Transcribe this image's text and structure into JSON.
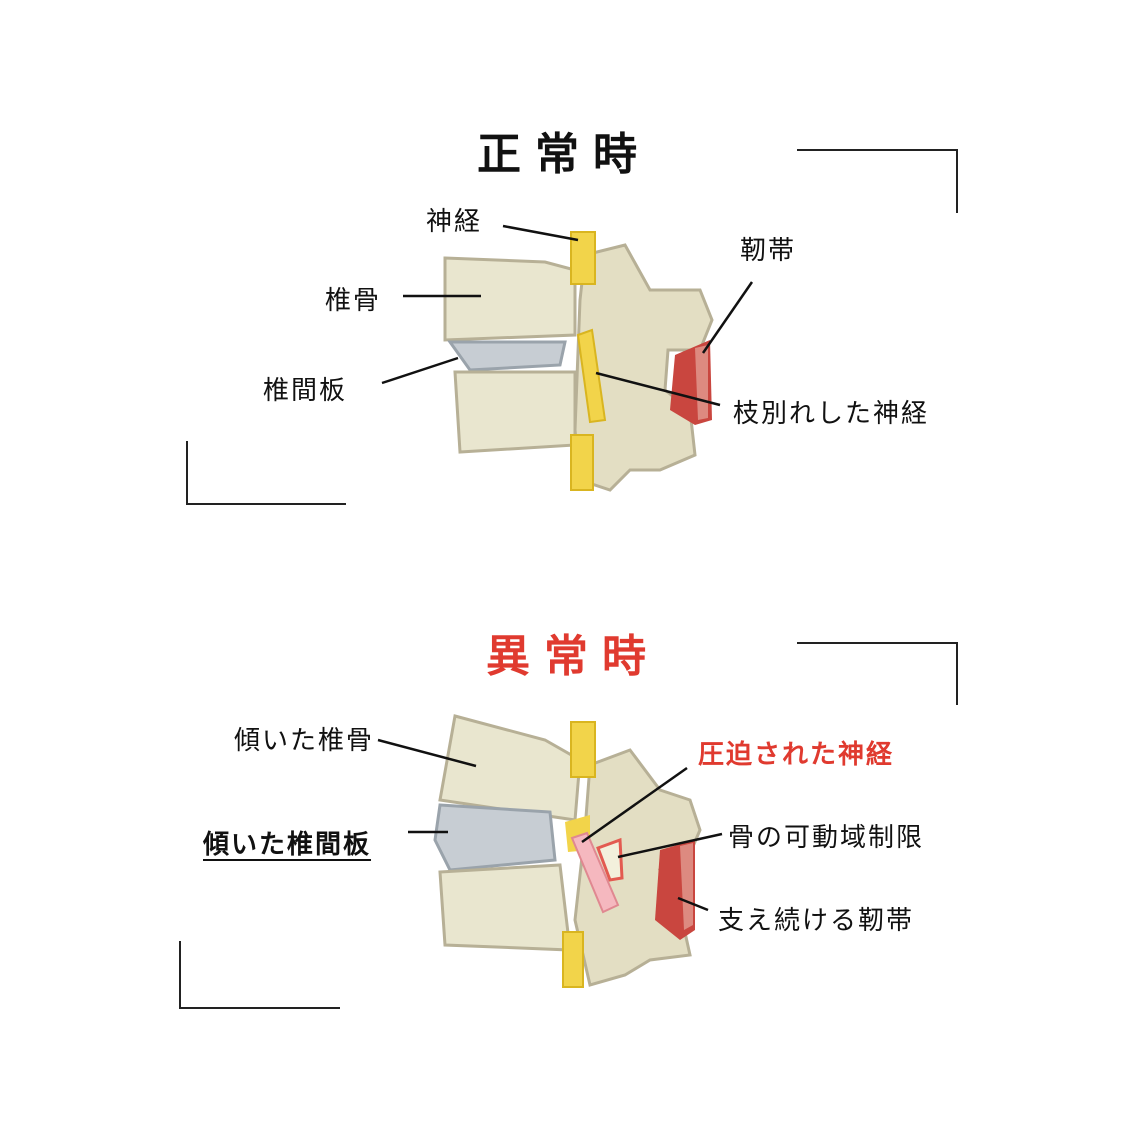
{
  "colors": {
    "title_normal": "#111111",
    "title_abnormal": "#e03a2f",
    "bone": "#e9e6cf",
    "bone_shadow": "#b7b096",
    "disc": "#c7cdd3",
    "nerve": "#f2d44a",
    "compressed_nerve": "#f5b8bf",
    "ligament": "#c9463f"
  },
  "normal": {
    "title": "正常時",
    "labels": {
      "nerve": "神経",
      "vertebra": "椎骨",
      "disc": "椎間板",
      "ligament": "靭帯",
      "branch_nerve": "枝別れした神経"
    }
  },
  "abnormal": {
    "title": "異常時",
    "labels": {
      "tilted_vertebra": "傾いた椎骨",
      "tilted_disc": "傾いた椎間板",
      "compressed_nerve": "圧迫された神経",
      "bone_motion_limit": "骨の可動域制限",
      "supporting_ligament": "支え続ける靭帯"
    }
  }
}
